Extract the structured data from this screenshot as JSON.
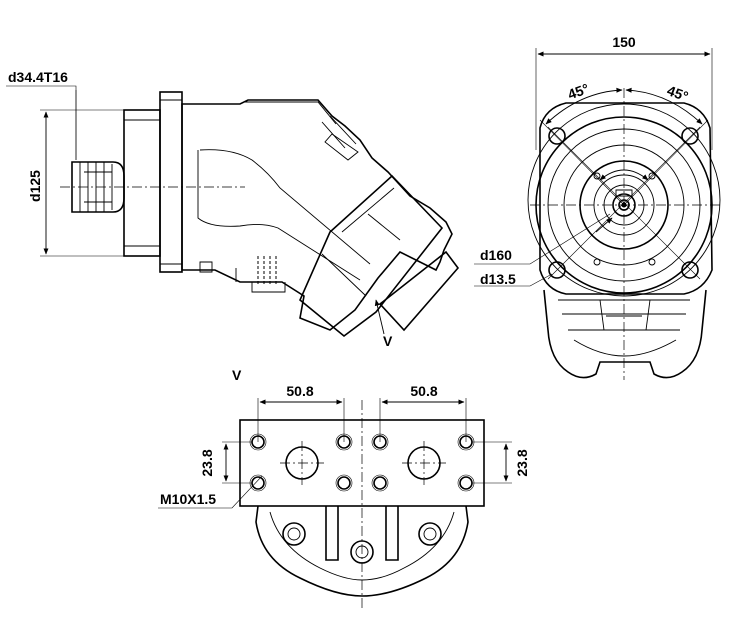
{
  "side_view": {
    "shaft_label": "d34.4T16",
    "pilot_label": "d125",
    "port_view_marker": "V"
  },
  "front_view": {
    "width_label": "150",
    "angle_left_label": "45°",
    "angle_right_label": "45°",
    "bolt_circle_label": "d160",
    "hole_label": "d13.5"
  },
  "port_view": {
    "view_label": "V",
    "spacing_left_label": "50.8",
    "spacing_right_label": "50.8",
    "height_left_label": "23.8",
    "height_right_label": "23.8",
    "thread_label": "M10X1.5"
  }
}
